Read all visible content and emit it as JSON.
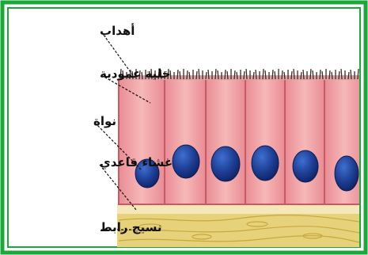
{
  "labels": {
    "cilia": "أهداب",
    "columnar_cell": "خلية عمودية",
    "nucleus": "نواة",
    "basement_membrane": "غشاء قاعدي",
    "connective_tissue": "نسيج رابط"
  },
  "colors": {
    "frame_green": "#1aa83a",
    "cell_pink": "#f0a6a8",
    "cell_border": "#c85a66",
    "nucleus_blue": "#1e3f95",
    "membrane": "#f6e7b8",
    "connective": "#e6d27a",
    "cilia": "#3a2a2a"
  }
}
